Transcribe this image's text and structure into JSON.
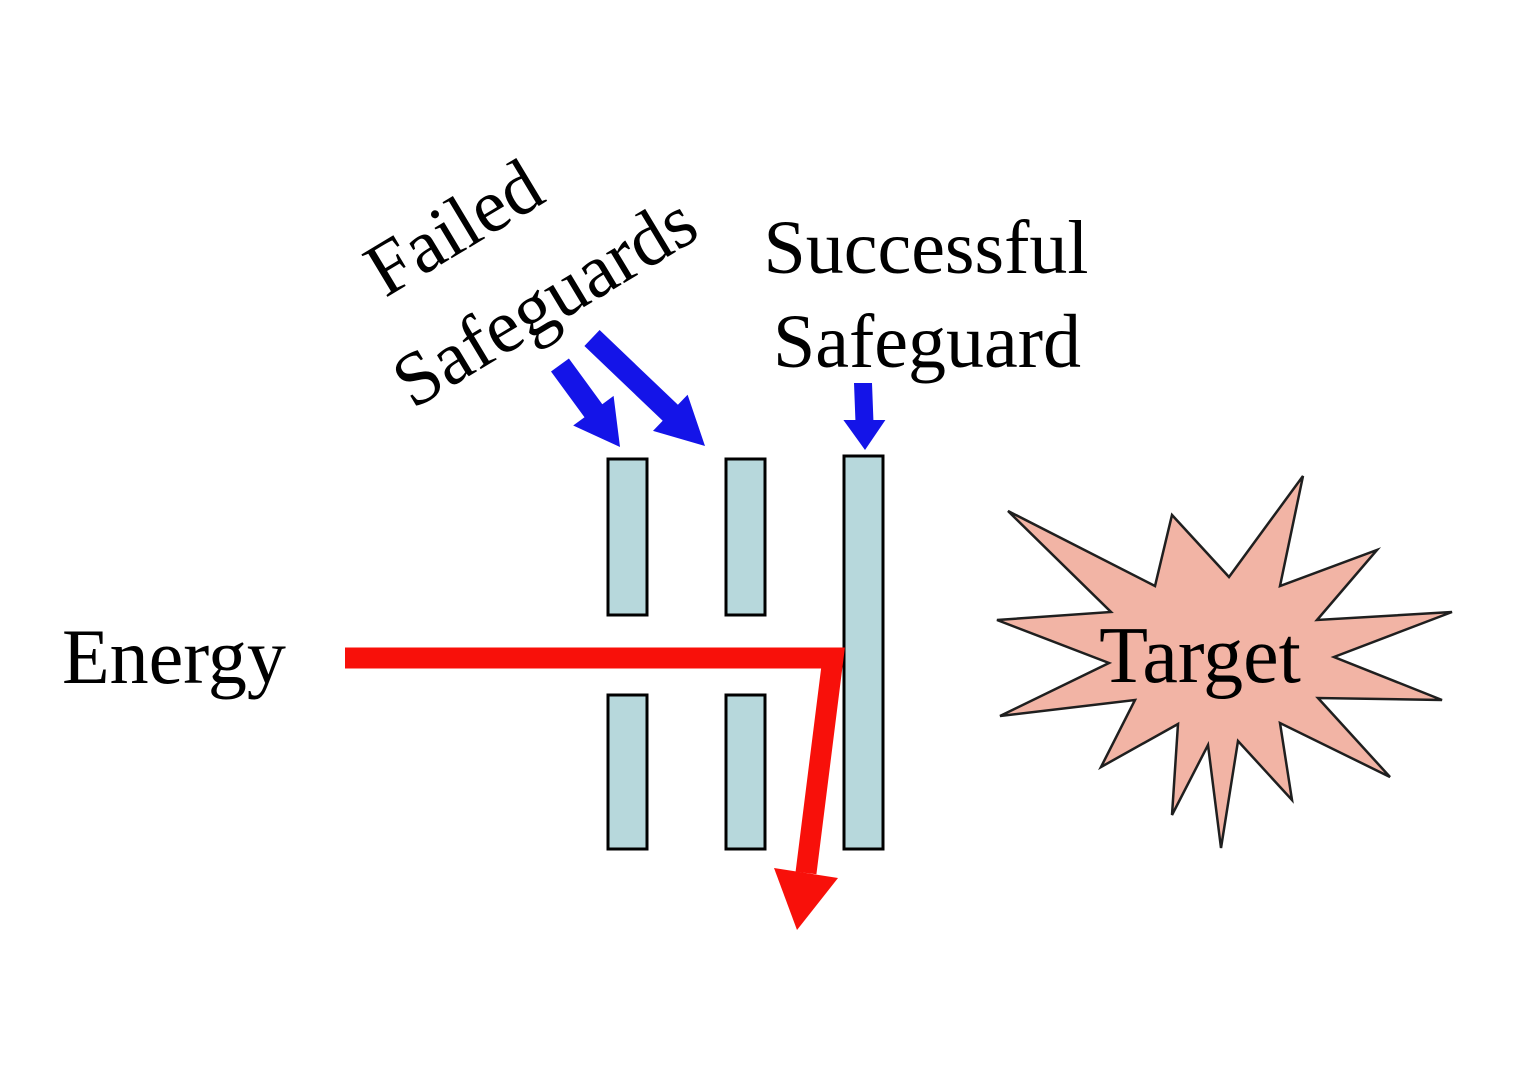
{
  "diagram": {
    "labels": {
      "failed_line1": "Failed",
      "failed_line2": "Safeguards",
      "successful_line1": "Successful",
      "successful_line2": "Safeguard",
      "energy": "Energy",
      "target": "Target"
    },
    "barriers": {
      "failed_count": 2,
      "successful_count": 1,
      "failed_state": "gap (energy passes through)",
      "successful_state": "solid (energy blocked and deflected)"
    },
    "colors": {
      "background": "#ffffff",
      "text_color": "#000000",
      "barrier_fill": "#b7d8dc",
      "barrier_stroke": "#000000",
      "safeguard_arrow_blue": "#1414e8",
      "energy_arrow_red": "#f8100a",
      "target_star_fill": "#f2b4a5",
      "target_star_stroke": "#1f1f1f"
    }
  }
}
